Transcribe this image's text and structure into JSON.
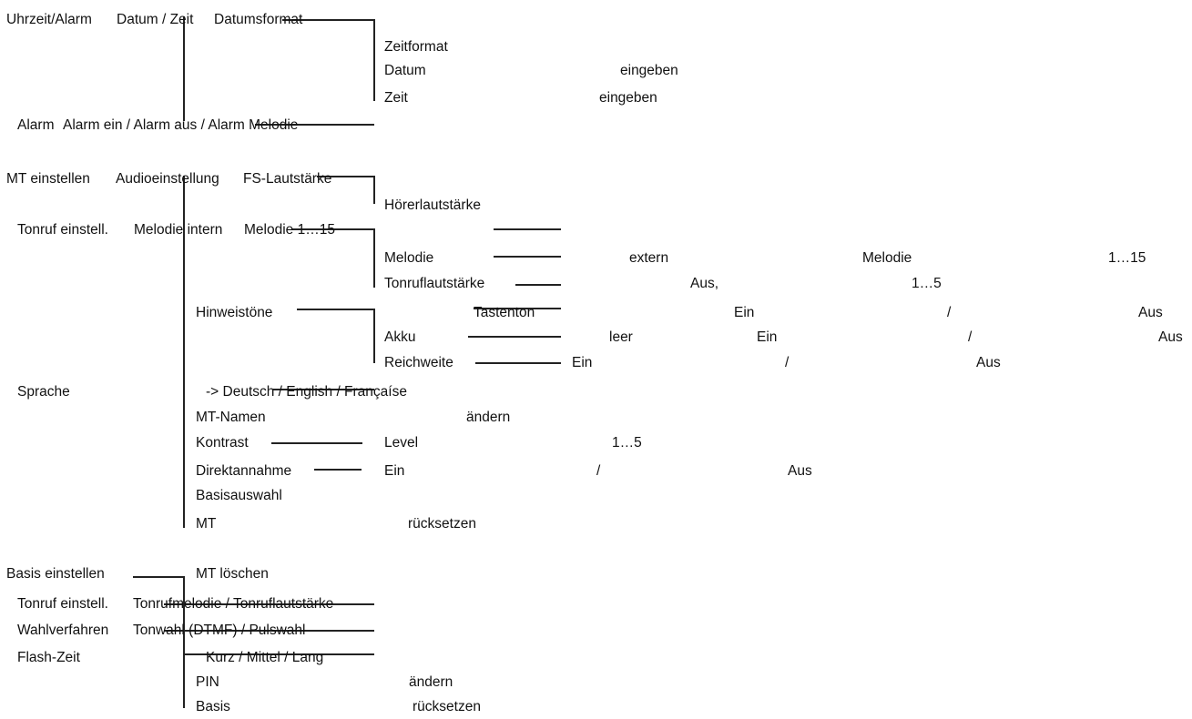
{
  "uhrzeit": {
    "label": "Uhrzeit/Alarm",
    "datum_zeit": "Datum / Zeit",
    "datumsformat": "Datumsformat",
    "zeitformat": "Zeitformat",
    "datum": "Datum",
    "datum_eingeben": "eingeben",
    "zeit": "Zeit",
    "zeit_eingeben": "eingeben",
    "alarm": "Alarm",
    "alarm_options": "Alarm ein / Alarm aus / Alarm Melodie"
  },
  "mt_einstellen": {
    "label": "MT einstellen",
    "audioeinstellung": "Audioeinstellung",
    "fs_lautstaerke": "FS-Lautstärke",
    "hoererlautstaerke": "Hörerlautstärke",
    "tonruf": {
      "label": "Tonruf einstell.",
      "melodie_intern": "Melodie intern",
      "melodie_intern_range": "Melodie 1…15",
      "melodie": "Melodie",
      "extern": "extern",
      "melodie_extern": "Melodie",
      "melodie_extern_range": "1…15",
      "tonruflautstaerke": "Tonruflautstärke",
      "lautstaerke_aus": "Aus,",
      "lautstaerke_range": "1…5"
    },
    "hinweistoene": {
      "label": "Hinweistöne",
      "tastenton": "Tastenton",
      "tastenton_ein": "Ein",
      "tastenton_slash": "/",
      "tastenton_aus": "Aus",
      "akku": "Akku",
      "akku_leer": "leer",
      "akku_ein": "Ein",
      "akku_slash": "/",
      "akku_aus": "Aus",
      "reichweite": "Reichweite",
      "reichweite_ein": "Ein",
      "reichweite_slash": "/",
      "reichweite_aus": "Aus"
    },
    "sprache": "Sprache",
    "sprache_options": "-> Deutsch / English / Françaíse",
    "mt_namen": "MT-Namen",
    "mt_namen_aendern": "ändern",
    "kontrast": "Kontrast",
    "kontrast_level": "Level",
    "kontrast_range": "1…5",
    "direktannahme": "Direktannahme",
    "direkt_ein": "Ein",
    "direkt_slash": "/",
    "direkt_aus": "Aus",
    "basisauswahl": "Basisauswahl",
    "mt": "MT",
    "mt_ruecksetzen": "rücksetzen"
  },
  "basis_einstellen": {
    "label": "Basis einstellen",
    "mt_loeschen": "MT löschen",
    "tonruf": "Tonruf einstell.",
    "tonruf_options": "Tonrufmelodie / Tonruflautstärke",
    "wahlverfahren": "Wahlverfahren",
    "wahlverfahren_options": "Tonwahl (DTMF) / Pulswahl",
    "flash_zeit": "Flash-Zeit",
    "flash_options": "Kurz / Mittel / Lang",
    "pin": "PIN",
    "pin_aendern": "ändern",
    "basis": "Basis",
    "basis_ruecksetzen": "rücksetzen"
  }
}
